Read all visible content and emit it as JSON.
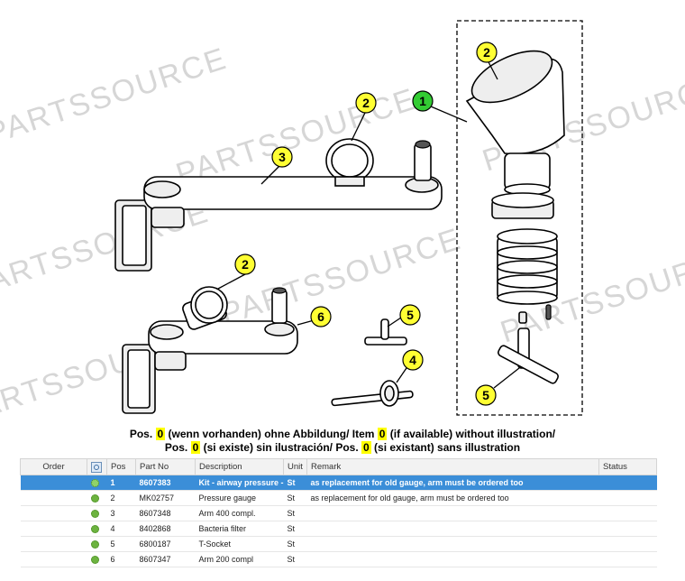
{
  "watermark": "PARTSSOURCE",
  "callouts": [
    "1",
    "2",
    "2",
    "2",
    "3",
    "4",
    "5",
    "5",
    "6"
  ],
  "caption": {
    "line1": [
      {
        "t": "Pos. ",
        "hl": false
      },
      {
        "t": "0",
        "hl": true
      },
      {
        "t": " (wenn vorhanden) ohne Abbildung/ Item ",
        "hl": false
      },
      {
        "t": "0",
        "hl": true
      },
      {
        "t": " (if available) without illustration/",
        "hl": false
      }
    ],
    "line2": [
      {
        "t": "Pos. ",
        "hl": false
      },
      {
        "t": "0",
        "hl": true
      },
      {
        "t": " (si existe) sin ilustración/ Pos. ",
        "hl": false
      },
      {
        "t": "0",
        "hl": true
      },
      {
        "t": " (si existant) sans illustration",
        "hl": false
      }
    ]
  },
  "table": {
    "headers": {
      "order": "Order",
      "pos": "Pos",
      "part_no": "Part No",
      "description": "Description",
      "unit": "Unit",
      "remark": "Remark",
      "status": "Status"
    },
    "rows": [
      {
        "pos": "1",
        "part_no": "8607383",
        "description": "Kit - airway pressure - F",
        "unit": "St",
        "remark": "as replacement for old gauge, arm must be ordered too",
        "status": "",
        "selected": true
      },
      {
        "pos": "2",
        "part_no": "MK02757",
        "description": "Pressure gauge",
        "unit": "St",
        "remark": "as replacement for old gauge, arm must be ordered too",
        "status": "",
        "selected": false
      },
      {
        "pos": "3",
        "part_no": "8607348",
        "description": "Arm 400 compl.",
        "unit": "St",
        "remark": "",
        "status": "",
        "selected": false
      },
      {
        "pos": "4",
        "part_no": "8402868",
        "description": "Bacteria filter",
        "unit": "St",
        "remark": "",
        "status": "",
        "selected": false
      },
      {
        "pos": "5",
        "part_no": "6800187",
        "description": "T-Socket",
        "unit": "St",
        "remark": "",
        "status": "",
        "selected": false
      },
      {
        "pos": "6",
        "part_no": "8607347",
        "description": "Arm 200 compl",
        "unit": "St",
        "remark": "",
        "status": "",
        "selected": false
      }
    ]
  },
  "colors": {
    "callout_yellow": "#ffff33",
    "callout_green": "#33cc33",
    "selected_row": "#3b8ed8",
    "highlight": "#ffff00"
  }
}
